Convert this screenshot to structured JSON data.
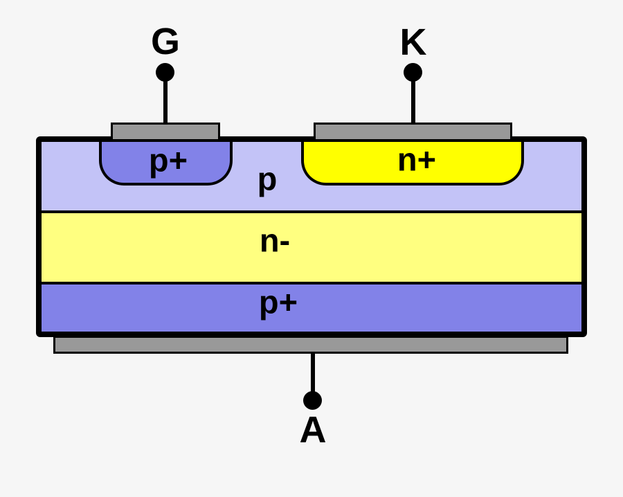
{
  "terminals": {
    "gate": {
      "label": "G"
    },
    "cathode": {
      "label": "K"
    },
    "anode": {
      "label": "A"
    }
  },
  "regions": {
    "p_plus_well": {
      "label": "p+",
      "color": "#8282e8"
    },
    "n_plus_well": {
      "label": "n+",
      "color": "#ffff00"
    },
    "p_layer": {
      "label": "p",
      "color": "#c3c3f7"
    },
    "n_minus_layer": {
      "label": "n-",
      "color": "#ffff80"
    },
    "p_plus_layer": {
      "label": "p+",
      "color": "#8282e8"
    }
  },
  "colors": {
    "background": "#f6f6f6",
    "electrode": "#999999",
    "outline": "#000000"
  }
}
